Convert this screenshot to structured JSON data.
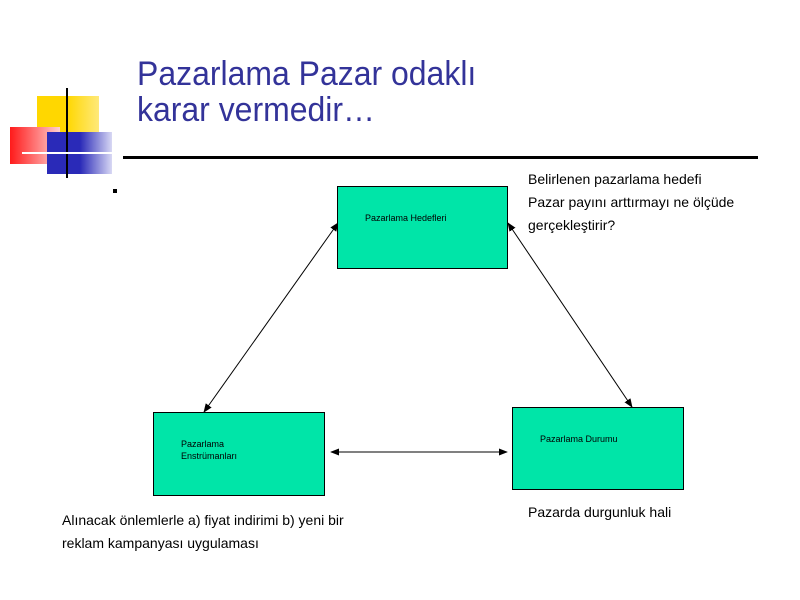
{
  "title": {
    "line1": "Pazarlama Pazar odaklı",
    "line2": "karar vermedir…"
  },
  "bullet": "",
  "boxes": {
    "top": {
      "label": "Pazarlama Hedefleri"
    },
    "left": {
      "label_line1": "Pazarlama",
      "label_line2": "Enstrümanları"
    },
    "right": {
      "label": "Pazarlama Durumu"
    }
  },
  "notes": {
    "top_right": [
      "Belirlenen pazarlama hedefi",
      "Pazar payını arttırmayı ne ölçüde",
      "gerçekleştirir?"
    ],
    "bottom_left": [
      "Alınacak önlemlerle a) fiyat indirimi b) yeni bir",
      "reklam kampanyası uygulaması"
    ],
    "bottom_right": [
      "Pazarda durgunluk hali"
    ]
  },
  "colors": {
    "title": "#333399",
    "box_fill": "#00e5a8",
    "deco_yellow": "#ffd700",
    "deco_red": "#ff2020",
    "deco_blue": "#2a2ab8"
  }
}
